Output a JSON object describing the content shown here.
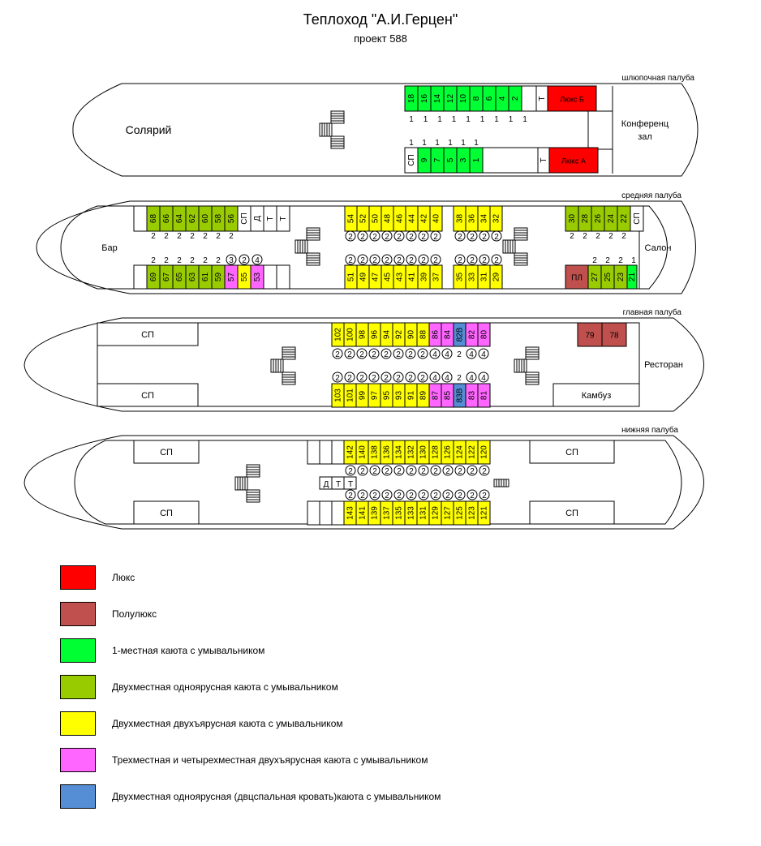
{
  "header": {
    "title": "Теплоход \"А.И.Герцен\"",
    "subtitle": "проект 588"
  },
  "colors": {
    "lux": "#ff0000",
    "semilux": "#c0504d",
    "single": "#00ff33",
    "double_single_tier": "#99cc00",
    "double_bunk": "#ffff00",
    "triple_quad": "#ff66ff",
    "double_bed": "#558ed5",
    "white": "#ffffff"
  },
  "decks": [
    {
      "name": "шлюпочная палуба",
      "areas": [
        "Солярий",
        "Конференц",
        "зал"
      ],
      "top_cabins": [
        {
          "label": "18",
          "type": "single"
        },
        {
          "label": "16",
          "type": "single"
        },
        {
          "label": "14",
          "type": "single"
        },
        {
          "label": "12",
          "type": "single"
        },
        {
          "label": "10",
          "type": "single"
        },
        {
          "label": "8",
          "type": "single"
        },
        {
          "label": "6",
          "type": "single"
        },
        {
          "label": "4",
          "type": "single"
        },
        {
          "label": "2",
          "type": "single"
        },
        {
          "label": "",
          "type": "white"
        },
        {
          "label": "Т",
          "type": "white"
        },
        {
          "label": "Люкс Б",
          "type": "lux"
        }
      ],
      "bottom_cabins": [
        {
          "label": "СП",
          "type": "white"
        },
        {
          "label": "9",
          "type": "single"
        },
        {
          "label": "7",
          "type": "single"
        },
        {
          "label": "5",
          "type": "single"
        },
        {
          "label": "3",
          "type": "single"
        },
        {
          "label": "1",
          "type": "single"
        },
        {
          "label": "",
          "type": "white"
        },
        {
          "label": "Т",
          "type": "white"
        },
        {
          "label": "Люкс А",
          "type": "lux"
        }
      ],
      "top_berths": [
        "1",
        "1",
        "1",
        "1",
        "1",
        "1",
        "1",
        "1",
        "1"
      ],
      "bottom_berths": [
        "1",
        "1",
        "1",
        "1",
        "1",
        "1"
      ]
    },
    {
      "name": "средняя палуба",
      "areas": [
        "Бар",
        "Салон"
      ],
      "fwd_top": [
        {
          "label": "68",
          "type": "double_single_tier"
        },
        {
          "label": "66",
          "type": "double_single_tier"
        },
        {
          "label": "64",
          "type": "double_single_tier"
        },
        {
          "label": "62",
          "type": "double_single_tier"
        },
        {
          "label": "60",
          "type": "double_single_tier"
        },
        {
          "label": "58",
          "type": "double_single_tier"
        },
        {
          "label": "56",
          "type": "double_single_tier"
        },
        {
          "label": "СП",
          "type": "white"
        },
        {
          "label": "Д",
          "type": "white"
        },
        {
          "label": "Т",
          "type": "white"
        },
        {
          "label": "Т",
          "type": "white"
        }
      ],
      "fwd_bottom": [
        {
          "label": "69",
          "type": "double_single_tier"
        },
        {
          "label": "67",
          "type": "double_single_tier"
        },
        {
          "label": "65",
          "type": "double_single_tier"
        },
        {
          "label": "63",
          "type": "double_single_tier"
        },
        {
          "label": "61",
          "type": "double_single_tier"
        },
        {
          "label": "59",
          "type": "double_single_tier"
        },
        {
          "label": "57",
          "type": "triple_quad"
        },
        {
          "label": "55",
          "type": "double_bunk"
        },
        {
          "label": "53",
          "type": "triple_quad"
        },
        {
          "label": "",
          "type": "white"
        },
        {
          "label": "",
          "type": "white"
        }
      ],
      "fwd_top_berths": [
        "2",
        "2",
        "2",
        "2",
        "2",
        "2",
        "2"
      ],
      "fwd_bottom_berths": [
        "2",
        "2",
        "2",
        "2",
        "2",
        "2",
        "3",
        "2",
        "4"
      ],
      "mid_top_a": [
        "54",
        "52",
        "50",
        "48",
        "46",
        "44",
        "42",
        "40"
      ],
      "mid_top_b": [
        "38",
        "36",
        "34",
        "32"
      ],
      "mid_bottom_a": [
        "51",
        "49",
        "47",
        "45",
        "43",
        "41",
        "39",
        "37"
      ],
      "mid_bottom_b": [
        "35",
        "33",
        "31",
        "29"
      ],
      "mid_berths_a": [
        "2",
        "2",
        "2",
        "2",
        "2",
        "2",
        "2",
        "2"
      ],
      "mid_berths_b": [
        "2",
        "2",
        "2",
        "2"
      ],
      "aft_top": [
        {
          "label": "30",
          "type": "double_single_tier"
        },
        {
          "label": "28",
          "type": "double_single_tier"
        },
        {
          "label": "26",
          "type": "double_single_tier"
        },
        {
          "label": "24",
          "type": "double_single_tier"
        },
        {
          "label": "22",
          "type": "double_single_tier"
        },
        {
          "label": "СП",
          "type": "white"
        }
      ],
      "aft_bottom": [
        {
          "label": "ПЛ",
          "type": "semilux"
        },
        {
          "label": "27",
          "type": "double_single_tier"
        },
        {
          "label": "25",
          "type": "double_single_tier"
        },
        {
          "label": "23",
          "type": "double_single_tier"
        },
        {
          "label": "21",
          "type": "single"
        }
      ],
      "aft_top_berths": [
        "2",
        "2",
        "2",
        "2",
        "2"
      ],
      "aft_bottom_berths": [
        "2",
        "2",
        "2",
        "1"
      ]
    },
    {
      "name": "главная палуба",
      "areas": [
        "СП",
        "СП",
        "Ресторан",
        "Камбуз"
      ],
      "top": [
        {
          "label": "102",
          "type": "double_bunk"
        },
        {
          "label": "100",
          "type": "double_bunk"
        },
        {
          "label": "98",
          "type": "double_bunk"
        },
        {
          "label": "96",
          "type": "double_bunk"
        },
        {
          "label": "94",
          "type": "double_bunk"
        },
        {
          "label": "92",
          "type": "double_bunk"
        },
        {
          "label": "90",
          "type": "double_bunk"
        },
        {
          "label": "88",
          "type": "double_bunk"
        },
        {
          "label": "86",
          "type": "triple_quad"
        },
        {
          "label": "84",
          "type": "triple_quad"
        },
        {
          "label": "82В",
          "type": "double_bed"
        },
        {
          "label": "82",
          "type": "triple_quad"
        },
        {
          "label": "80",
          "type": "triple_quad"
        }
      ],
      "bottom": [
        {
          "label": "103",
          "type": "double_bunk"
        },
        {
          "label": "101",
          "type": "double_bunk"
        },
        {
          "label": "99",
          "type": "double_bunk"
        },
        {
          "label": "97",
          "type": "double_bunk"
        },
        {
          "label": "95",
          "type": "double_bunk"
        },
        {
          "label": "93",
          "type": "double_bunk"
        },
        {
          "label": "91",
          "type": "double_bunk"
        },
        {
          "label": "89",
          "type": "double_bunk"
        },
        {
          "label": "87",
          "type": "triple_quad"
        },
        {
          "label": "85",
          "type": "triple_quad"
        },
        {
          "label": "83В",
          "type": "double_bed"
        },
        {
          "label": "83",
          "type": "triple_quad"
        },
        {
          "label": "81",
          "type": "triple_quad"
        }
      ],
      "top_berths": [
        "2",
        "2",
        "2",
        "2",
        "2",
        "2",
        "2",
        "2",
        "4",
        "4",
        "2",
        "4",
        "4"
      ],
      "bottom_berths": [
        "2",
        "2",
        "2",
        "2",
        "2",
        "2",
        "2",
        "2",
        "4",
        "4",
        "2",
        "4",
        "4"
      ],
      "semilux": [
        "79",
        "78"
      ]
    },
    {
      "name": "нижняя палуба",
      "areas": [
        "СП",
        "СП",
        "СП",
        "СП"
      ],
      "top": [
        "142",
        "140",
        "138",
        "136",
        "134",
        "132",
        "130",
        "128",
        "126",
        "124",
        "122",
        "120"
      ],
      "bottom": [
        "143",
        "141",
        "139",
        "137",
        "135",
        "133",
        "131",
        "129",
        "127",
        "125",
        "123",
        "121"
      ],
      "top_berths": [
        "2",
        "2",
        "2",
        "2",
        "2",
        "2",
        "2",
        "2",
        "2",
        "2",
        "2",
        "2"
      ],
      "bottom_berths": [
        "2",
        "2",
        "2",
        "2",
        "2",
        "2",
        "2",
        "2",
        "2",
        "2",
        "2",
        "2"
      ],
      "service": [
        "Д",
        "Т",
        "Т"
      ]
    }
  ],
  "legend": [
    {
      "type": "lux",
      "label": "Люкс"
    },
    {
      "type": "semilux",
      "label": "Полулюкс"
    },
    {
      "type": "single",
      "label": "1-местная каюта с умывальником"
    },
    {
      "type": "double_single_tier",
      "label": "Двухместная одноярусная каюта с умывальником"
    },
    {
      "type": "double_bunk",
      "label": "Двухместная двухъярусная каюта с умывальником"
    },
    {
      "type": "triple_quad",
      "label": "Трехместная и четырехместная двухъярусная каюта с умывальником"
    },
    {
      "type": "double_bed",
      "label": "Двухместная одноярусная (двцспальная кровать)каюта с умывальником"
    }
  ]
}
